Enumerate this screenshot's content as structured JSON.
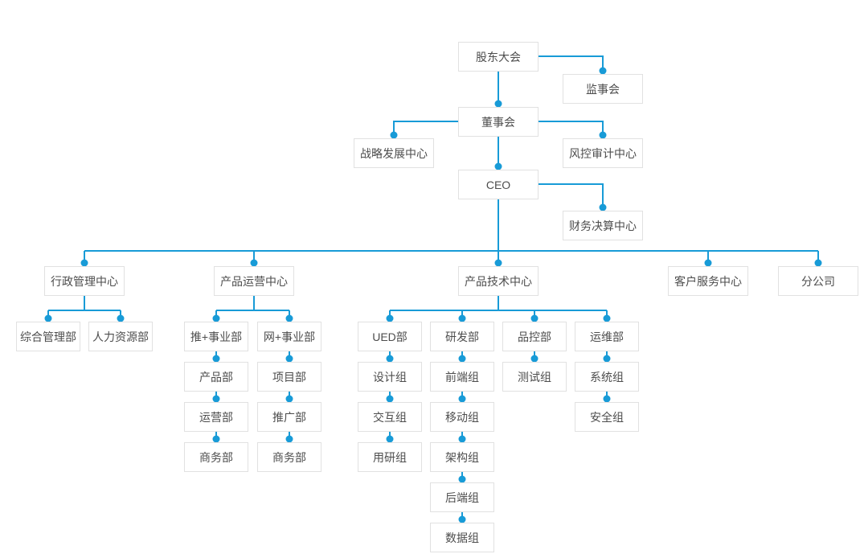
{
  "diagram": {
    "type": "org-chart",
    "connector_color": "#189bd7",
    "box_border_color": "#e1e1e1",
    "box_background": "#ffffff",
    "text_color": "#4d4d4d",
    "nodes": {
      "shareholders": {
        "label": "股东大会",
        "parent": null
      },
      "supervisory": {
        "label": "监事会",
        "parent": "股东大会"
      },
      "board": {
        "label": "董事会",
        "parent": "股东大会"
      },
      "strategy": {
        "label": "战略发展中心",
        "parent": "董事会"
      },
      "risk": {
        "label": "风控审计中心",
        "parent": "董事会"
      },
      "ceo": {
        "label": "CEO",
        "parent": "董事会"
      },
      "finance": {
        "label": "财务决算中心",
        "parent": "CEO"
      },
      "admin_center": {
        "label": "行政管理中心",
        "parent": "CEO"
      },
      "ops_center": {
        "label": "产品运营中心",
        "parent": "CEO"
      },
      "tech_center": {
        "label": "产品技术中心",
        "parent": "CEO"
      },
      "service_center": {
        "label": "客户服务中心",
        "parent": "CEO"
      },
      "branch": {
        "label": "分公司",
        "parent": "CEO"
      },
      "general_mgmt": {
        "label": "综合管理部",
        "parent": "行政管理中心"
      },
      "hr": {
        "label": "人力资源部",
        "parent": "行政管理中心"
      },
      "tui_division": {
        "label": "推+事业部",
        "parent": "产品运营中心"
      },
      "product_dept": {
        "label": "产品部",
        "parent": "推+事业部"
      },
      "operation_dept": {
        "label": "运营部",
        "parent": "产品部"
      },
      "business_dept_tui": {
        "label": "商务部",
        "parent": "运营部"
      },
      "wang_division": {
        "label": "网+事业部",
        "parent": "产品运营中心"
      },
      "project_dept": {
        "label": "项目部",
        "parent": "网+事业部"
      },
      "promotion_dept": {
        "label": "推广部",
        "parent": "项目部"
      },
      "business_dept_wang": {
        "label": "商务部",
        "parent": "推广部"
      },
      "ued_dept": {
        "label": "UED部",
        "parent": "产品技术中心"
      },
      "design_team": {
        "label": "设计组",
        "parent": "UED部"
      },
      "interaction_team": {
        "label": "交互组",
        "parent": "设计组"
      },
      "user_research_team": {
        "label": "用研组",
        "parent": "交互组"
      },
      "rd_dept": {
        "label": "研发部",
        "parent": "产品技术中心"
      },
      "frontend_team": {
        "label": "前端组",
        "parent": "研发部"
      },
      "mobile_team": {
        "label": "移动组",
        "parent": "前端组"
      },
      "architecture_team": {
        "label": "架构组",
        "parent": "移动组"
      },
      "backend_team": {
        "label": "后端组",
        "parent": "架构组"
      },
      "data_team": {
        "label": "数据组",
        "parent": "后端组"
      },
      "qc_dept": {
        "label": "品控部",
        "parent": "产品技术中心"
      },
      "test_team": {
        "label": "测试组",
        "parent": "品控部"
      },
      "om_dept": {
        "label": "运维部",
        "parent": "产品技术中心"
      },
      "system_team": {
        "label": "系统组",
        "parent": "运维部"
      },
      "security_team": {
        "label": "安全组",
        "parent": "系统组"
      }
    }
  }
}
